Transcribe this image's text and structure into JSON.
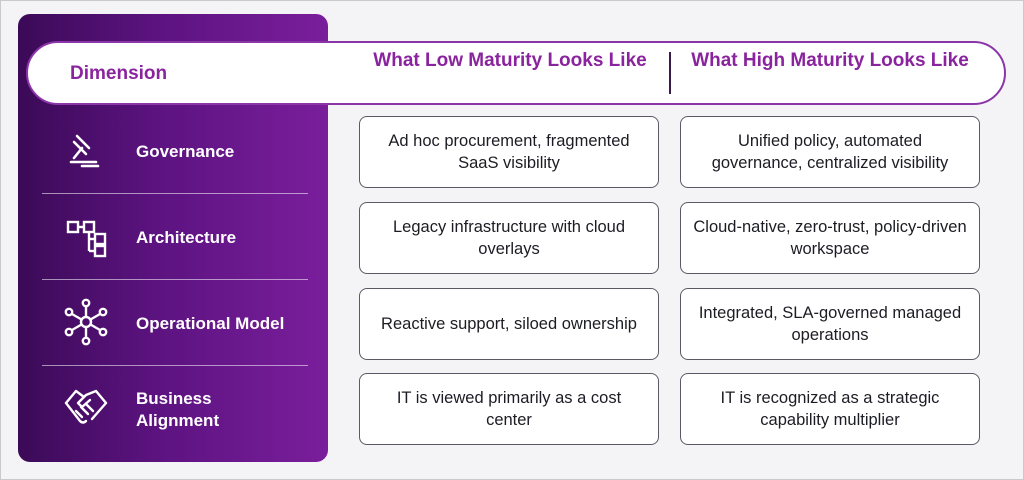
{
  "header": {
    "dimension": "Dimension",
    "low": "What Low Maturity Looks Like",
    "high": "What High Maturity Looks Like"
  },
  "rows": [
    {
      "label": "Governance",
      "icon": "gavel-icon",
      "low": "Ad hoc procurement, fragmented SaaS visibility",
      "high": "Unified policy, automated governance, centralized visibility"
    },
    {
      "label": "Architecture",
      "icon": "hierarchy-icon",
      "low": "Legacy infrastructure with cloud overlays",
      "high": "Cloud-native, zero-trust, policy-driven workspace"
    },
    {
      "label": "Operational Model",
      "icon": "network-hub-icon",
      "low": "Reactive support, siloed ownership",
      "high": "Integrated, SLA-governed managed operations"
    },
    {
      "label": "Business Alignment",
      "icon": "handshake-icon",
      "low": "IT is viewed primarily as a cost center",
      "high": "IT is recognized as a strategic capability multiplier"
    }
  ],
  "colors": {
    "accent": "#8a249e",
    "panel_dark": "#3b0a57",
    "panel_light": "#7a1e9c"
  }
}
